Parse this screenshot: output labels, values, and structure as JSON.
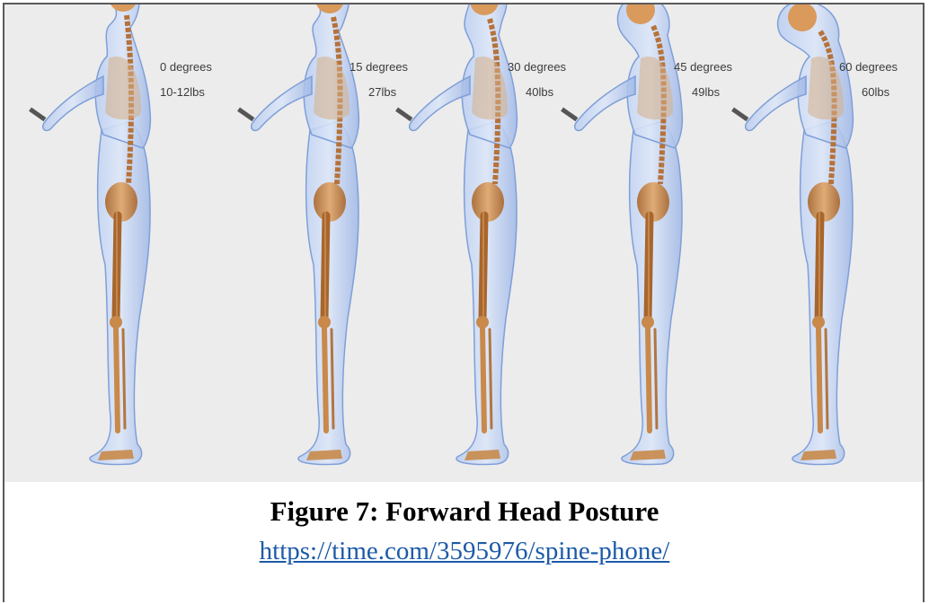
{
  "figures": [
    {
      "angle": "0 degrees",
      "weight": "10-12lbs"
    },
    {
      "angle": "15 degrees",
      "weight": "27lbs"
    },
    {
      "angle": "30 degrees",
      "weight": "40lbs"
    },
    {
      "angle": "45 degrees",
      "weight": "49lbs"
    },
    {
      "angle": "60 degrees",
      "weight": "60lbs"
    }
  ],
  "caption": {
    "title": "Figure 7: Forward Head Posture",
    "link": "https://time.com/3595976/spine-phone/"
  },
  "colors": {
    "panel": "#ececec",
    "body_translucent": "#9fb7e6",
    "bone": "#c8894a",
    "link": "#1d5aa8"
  }
}
